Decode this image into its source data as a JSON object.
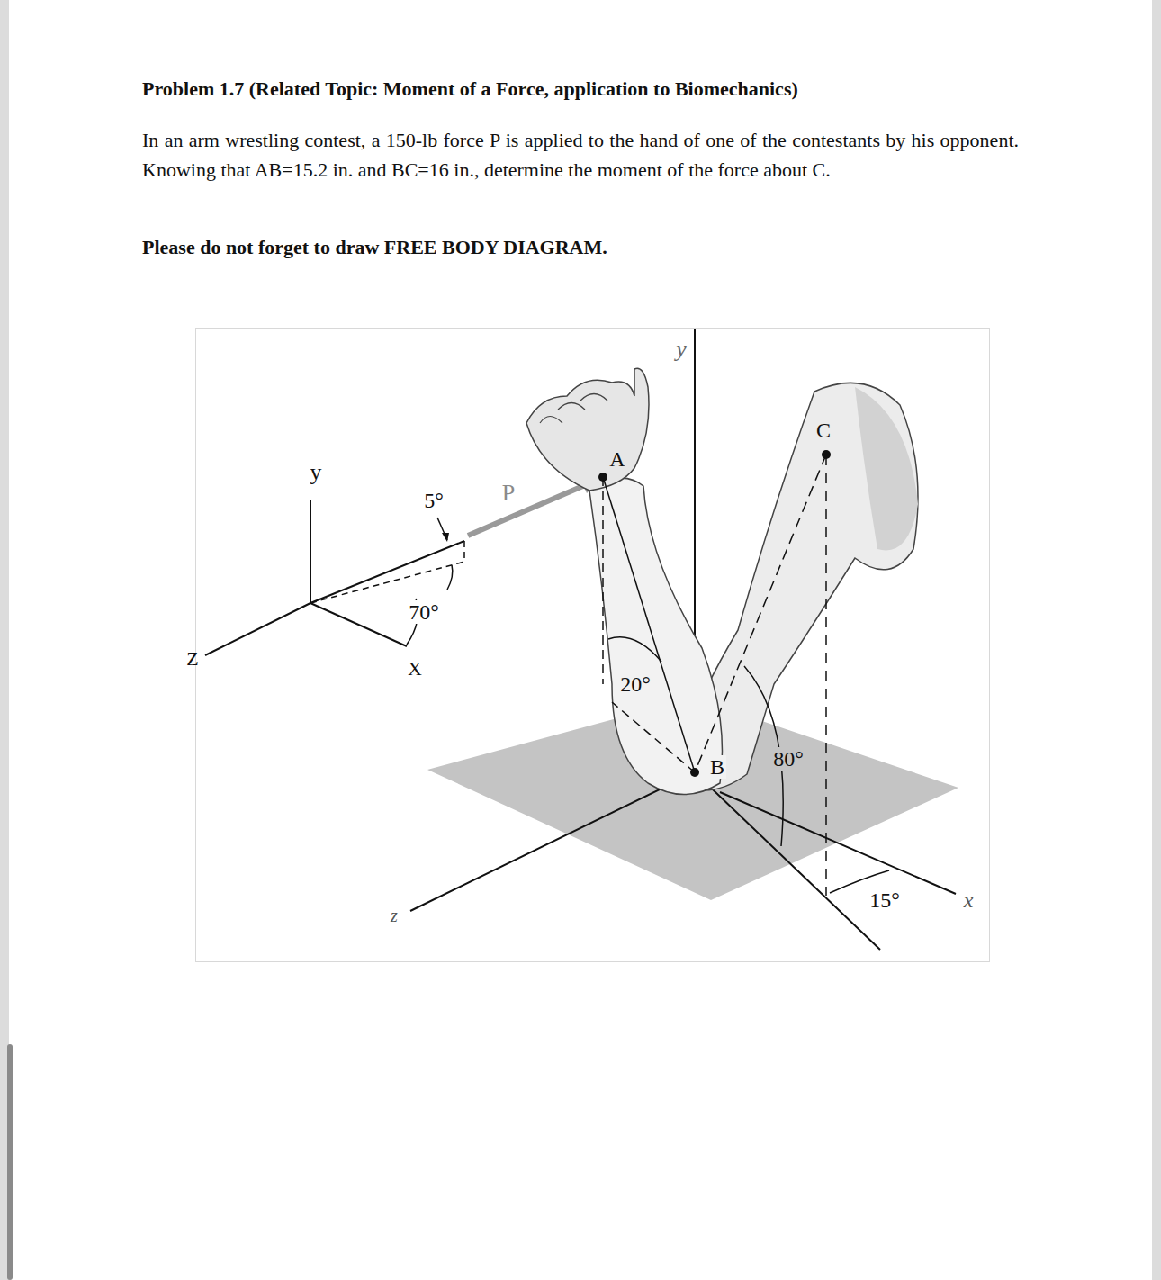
{
  "diagram": {
    "title": "Problem 1.7 (Related Topic: Moment of a Force, application to Biomechanics)",
    "labels": [
      "In an arm wrestling contest, a 150-lb force P is applied to the hand of one of the contestants by his opponent. Knowing that AB=15.2 in. and BC=16 in., determine the moment of the force about C.",
      "Please do not forget to draw FREE BODY DIAGRAM.",
      "y",
      "5°",
      "P",
      "A",
      "y",
      "C",
      "Z",
      "70°",
      "X",
      "20°",
      "B",
      "80°",
      "15°",
      "x",
      "z"
    ]
  }
}
